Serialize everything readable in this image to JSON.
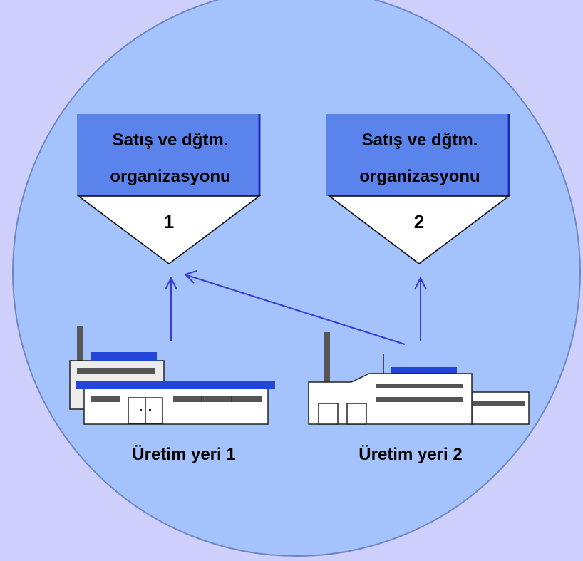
{
  "sales_orgs": [
    {
      "line1": "Satış ve dğtm.",
      "line2": "organizasyonu",
      "number": "1"
    },
    {
      "line1": "Satış ve dğtm.",
      "line2": "organizasyonu",
      "number": "2"
    }
  ],
  "plants": [
    {
      "label": "Üretim yeri 1"
    },
    {
      "label": "Üretim yeri 2"
    }
  ],
  "colors": {
    "background": "#cfcffb",
    "circle": "#a4c2fb",
    "org_box": "#5b83ec",
    "arrow": "#3a3ad6",
    "plant_roof": "#2346d8"
  }
}
